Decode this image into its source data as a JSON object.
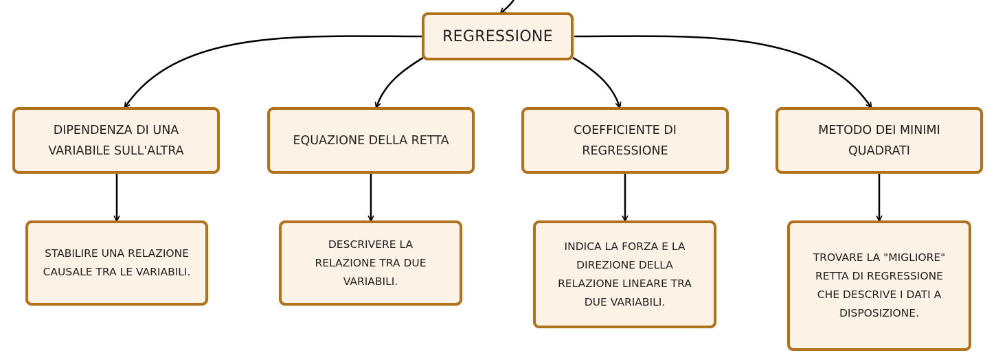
{
  "diagram": {
    "root": {
      "label": "REGRESSIONE"
    },
    "topics": [
      {
        "title": "DIPENDENZA DI UNA\nVARIABILE SULL'ALTRA",
        "description": "STABILIRE UNA RELAZIONE\nCAUSALE TRA LE VARIABILI."
      },
      {
        "title": "EQUAZIONE DELLA RETTA",
        "description": "DESCRIVERE LA\nRELAZIONE TRA DUE\nVARIABILI."
      },
      {
        "title": "COEFFICIENTE DI\nREGRESSIONE",
        "description": "INDICA LA FORZA E LA\nDIREZIONE DELLA\nRELAZIONE LINEARE TRA\nDUE VARIABILI."
      },
      {
        "title": "METODO DEI MINIMI\nQUADRATI",
        "description": "TROVARE LA \"MIGLIORE\"\nRETTA DI REGRESSIONE\nCHE DESCRIVE I DATI A\nDISPOSIZIONE."
      }
    ]
  },
  "colors": {
    "node_border": "#b0721d",
    "node_fill": "#fdf2e6",
    "connector": "#000000",
    "text": "#1f1f1f"
  }
}
